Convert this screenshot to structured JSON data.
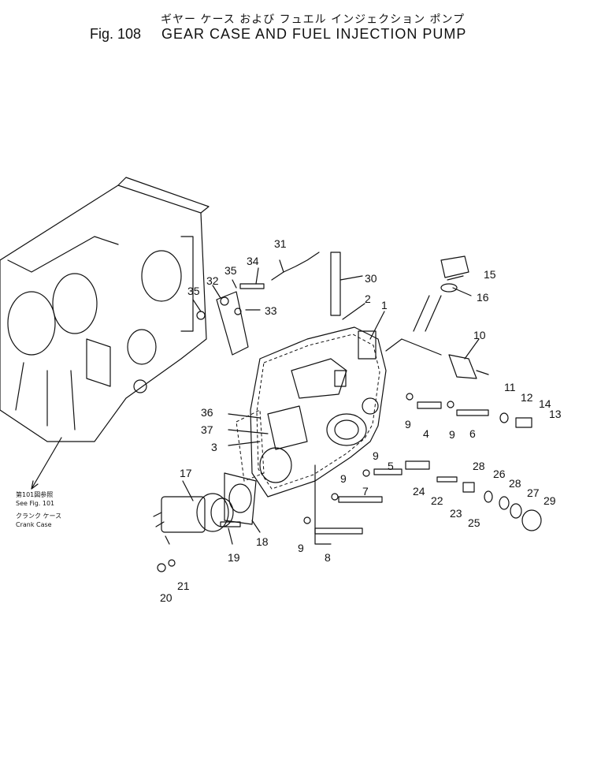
{
  "header": {
    "title_jp": "ギヤー ケース および フュエル インジェクション ポンプ",
    "fig_label": "Fig. 108",
    "title_en": "GEAR CASE AND FUEL INJECTION PUMP"
  },
  "reference_note": {
    "line1": "第101図参照",
    "line2": "See Fig. 101",
    "line3": "クランク ケース",
    "line4": "Crank Case"
  },
  "callouts": [
    "1",
    "2",
    "3",
    "4",
    "5",
    "6",
    "7",
    "8",
    "9",
    "9",
    "9",
    "9",
    "9",
    "10",
    "11",
    "12",
    "13",
    "14",
    "15",
    "16",
    "17",
    "18",
    "19",
    "20",
    "21",
    "22",
    "23",
    "24",
    "25",
    "26",
    "27",
    "28",
    "28",
    "29",
    "30",
    "31",
    "32",
    "33",
    "34",
    "35",
    "35",
    "36",
    "37"
  ]
}
